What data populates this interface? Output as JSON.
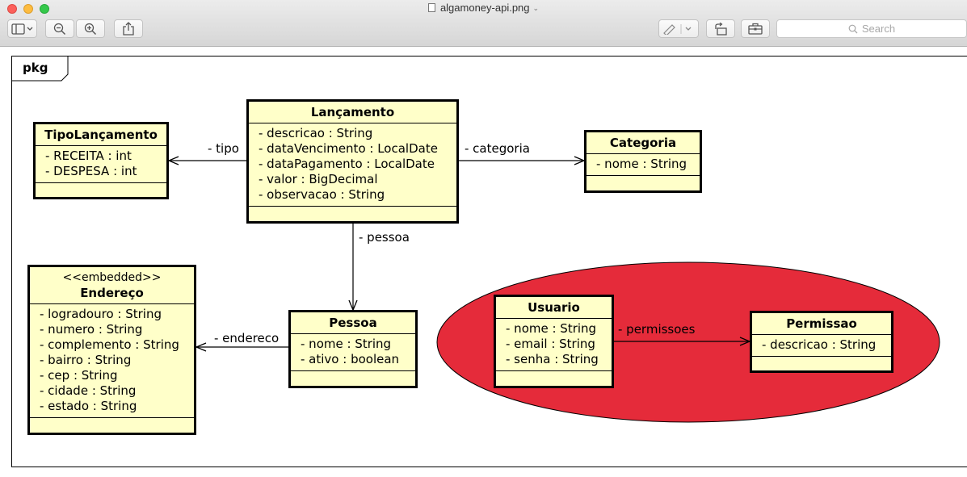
{
  "window": {
    "title": "algamoney-api.png",
    "search_placeholder": "Search"
  },
  "diagram": {
    "package_label": "pkg",
    "classes": {
      "lancamento": {
        "name": "Lançamento",
        "attributes": [
          "- descricao : String",
          "- dataVencimento : LocalDate",
          "- dataPagamento : LocalDate",
          "- valor : BigDecimal",
          "- observacao : String"
        ]
      },
      "tipo_lancamento": {
        "name": "TipoLançamento",
        "attributes": [
          "- RECEITA : int",
          "- DESPESA : int"
        ]
      },
      "categoria": {
        "name": "Categoria",
        "attributes": [
          "- nome : String"
        ]
      },
      "endereco": {
        "stereotype": "<<embedded>>",
        "name": "Endereço",
        "attributes": [
          "- logradouro : String",
          "- numero : String",
          "- complemento : String",
          "- bairro : String",
          "- cep : String",
          "- cidade : String",
          "- estado : String"
        ]
      },
      "pessoa": {
        "name": "Pessoa",
        "attributes": [
          "- nome : String",
          "- ativo : boolean"
        ]
      },
      "usuario": {
        "name": "Usuario",
        "attributes": [
          "- nome : String",
          "- email : String",
          "- senha : String"
        ]
      },
      "permissao": {
        "name": "Permissao",
        "attributes": [
          "- descricao : String"
        ]
      }
    },
    "associations": {
      "tipo": "- tipo",
      "categoria": "- categoria",
      "pessoa": "- pessoa",
      "endereco": "- endereco",
      "permissoes": "- permissoes"
    },
    "highlight_color": "#e52b3a"
  }
}
